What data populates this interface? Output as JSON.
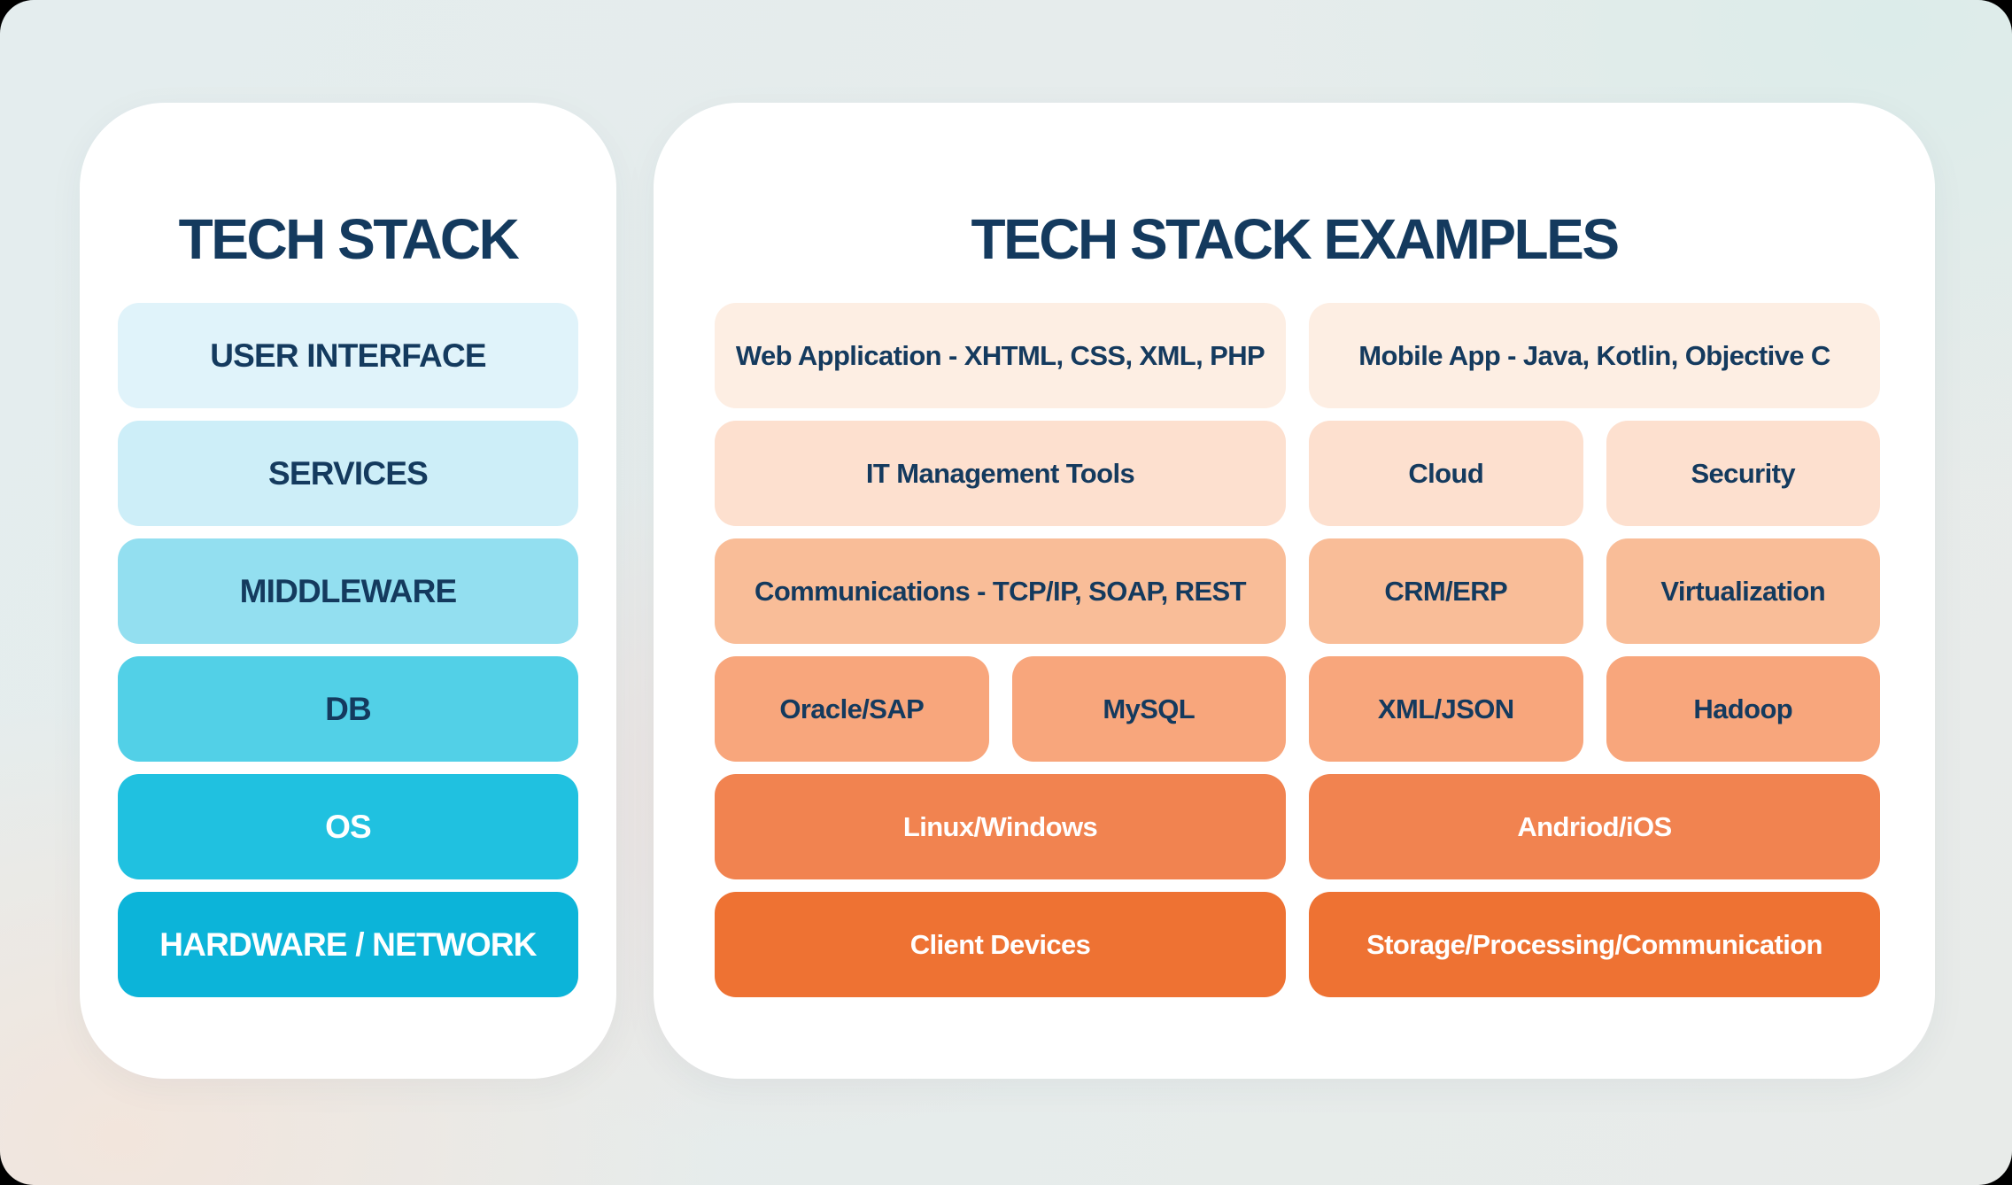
{
  "colors": {
    "page_corner": "#000000",
    "panel_background": "#ffffff",
    "navy_text": "#143a5e",
    "white_text": "#ffffff"
  },
  "left_panel": {
    "title": "TECH STACK",
    "layers": [
      {
        "label": "USER INTERFACE",
        "bg": "#e0f3fa",
        "text": "#143a5e"
      },
      {
        "label": "SERVICES",
        "bg": "#cdeef8",
        "text": "#143a5e"
      },
      {
        "label": "MIDDLEWARE",
        "bg": "#93dff0",
        "text": "#143a5e"
      },
      {
        "label": "DB",
        "bg": "#52d0e7",
        "text": "#143a5e"
      },
      {
        "label": "OS",
        "bg": "#20c1e0",
        "text": "#ffffff"
      },
      {
        "label": "HARDWARE / NETWORK",
        "bg": "#0cb4d9",
        "text": "#ffffff"
      }
    ]
  },
  "right_panel": {
    "title": "TECH STACK EXAMPLES",
    "rows": [
      {
        "cells": [
          {
            "label": "Web Application - XHTML, CSS, XML, PHP",
            "span": 2,
            "bg": "#fdeee3",
            "text": "#143a5e"
          },
          {
            "label": "Mobile App - Java, Kotlin, Objective C",
            "span": 2,
            "bg": "#fdeee3",
            "text": "#143a5e"
          }
        ]
      },
      {
        "cells": [
          {
            "label": "IT Management Tools",
            "span": 2,
            "bg": "#fde0cf",
            "text": "#143a5e"
          },
          {
            "label": "Cloud",
            "span": 1,
            "bg": "#fde0cf",
            "text": "#143a5e"
          },
          {
            "label": "Security",
            "span": 1,
            "bg": "#fde0cf",
            "text": "#143a5e"
          }
        ]
      },
      {
        "cells": [
          {
            "label": "Communications - TCP/IP, SOAP, REST",
            "span": 2,
            "bg": "#f9bd98",
            "text": "#143a5e"
          },
          {
            "label": "CRM/ERP",
            "span": 1,
            "bg": "#f9bd98",
            "text": "#143a5e"
          },
          {
            "label": "Virtualization",
            "span": 1,
            "bg": "#f9bd98",
            "text": "#143a5e"
          }
        ]
      },
      {
        "cells": [
          {
            "label": "Oracle/SAP",
            "span": 1,
            "bg": "#f8a67c",
            "text": "#143a5e"
          },
          {
            "label": "MySQL",
            "span": 1,
            "bg": "#f8a67c",
            "text": "#143a5e"
          },
          {
            "label": "XML/JSON",
            "span": 1,
            "bg": "#f8a67c",
            "text": "#143a5e"
          },
          {
            "label": "Hadoop",
            "span": 1,
            "bg": "#f8a67c",
            "text": "#143a5e"
          }
        ]
      },
      {
        "cells": [
          {
            "label": "Linux/Windows",
            "span": 2,
            "bg": "#f18350",
            "text": "#ffffff"
          },
          {
            "label": "Andriod/iOS",
            "span": 2,
            "bg": "#f18350",
            "text": "#ffffff"
          }
        ]
      },
      {
        "cells": [
          {
            "label": "Client Devices",
            "span": 2,
            "bg": "#ee7233",
            "text": "#ffffff"
          },
          {
            "label": "Storage/Processing/Communication",
            "span": 2,
            "bg": "#ee7233",
            "text": "#ffffff"
          }
        ]
      }
    ]
  }
}
